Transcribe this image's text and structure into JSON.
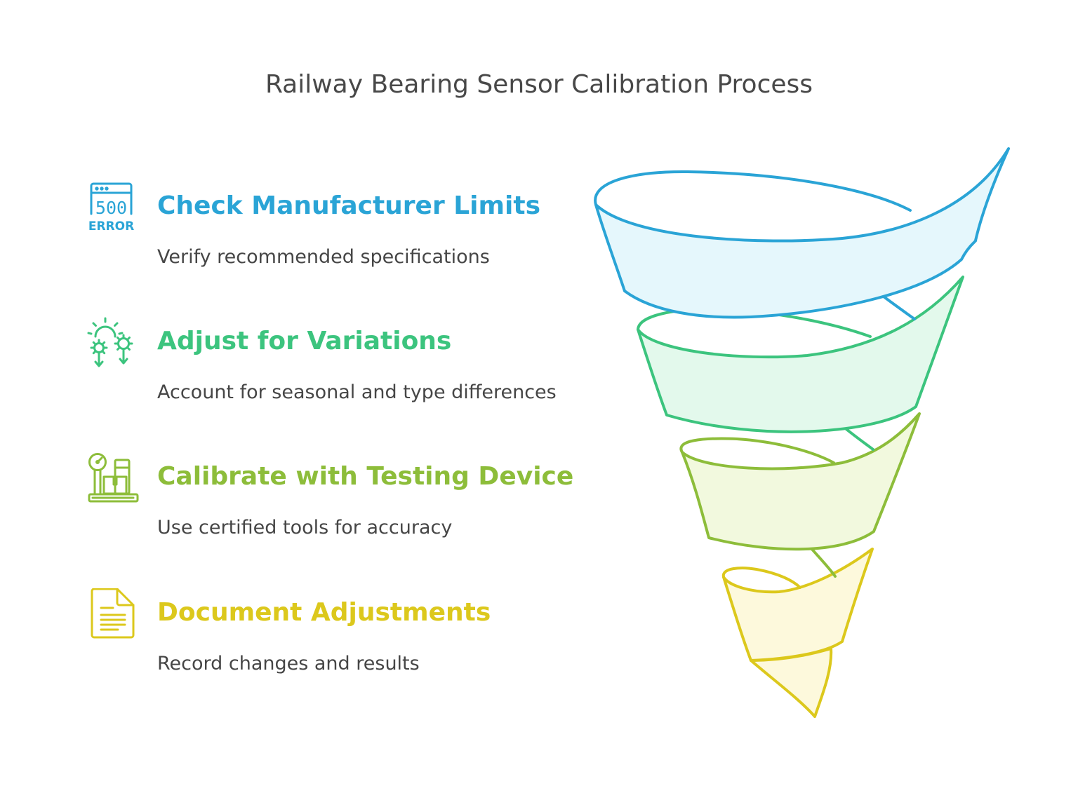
{
  "title": "Railway Bearing Sensor Calibration Process",
  "steps": [
    {
      "heading": "Check Manufacturer Limits",
      "description": "Verify recommended specifications",
      "icon": "server-error-500-icon",
      "icon_text_top": "500",
      "icon_text_bottom": "ERROR",
      "color": "#2aa4d6"
    },
    {
      "heading": "Adjust for Variations",
      "description": "Account for seasonal and type differences",
      "icon": "sun-gears-icon",
      "color": "#3cc47e"
    },
    {
      "heading": "Calibrate with Testing Device",
      "description": "Use certified tools for accuracy",
      "icon": "pressure-gauge-device-icon",
      "color": "#8dbd3a"
    },
    {
      "heading": "Document Adjustments",
      "description": "Record changes and results",
      "icon": "document-icon",
      "color": "#dcc81c"
    }
  ],
  "funnel_colors": {
    "blue": {
      "stroke": "#2aa4d6",
      "fill": "#e5f7fc"
    },
    "green": {
      "stroke": "#3cc47e",
      "fill": "#e3f9ec"
    },
    "lime": {
      "stroke": "#8dbd3a",
      "fill": "#f2f9de"
    },
    "yellow": {
      "stroke": "#dcc81c",
      "fill": "#fdf9dc"
    }
  }
}
